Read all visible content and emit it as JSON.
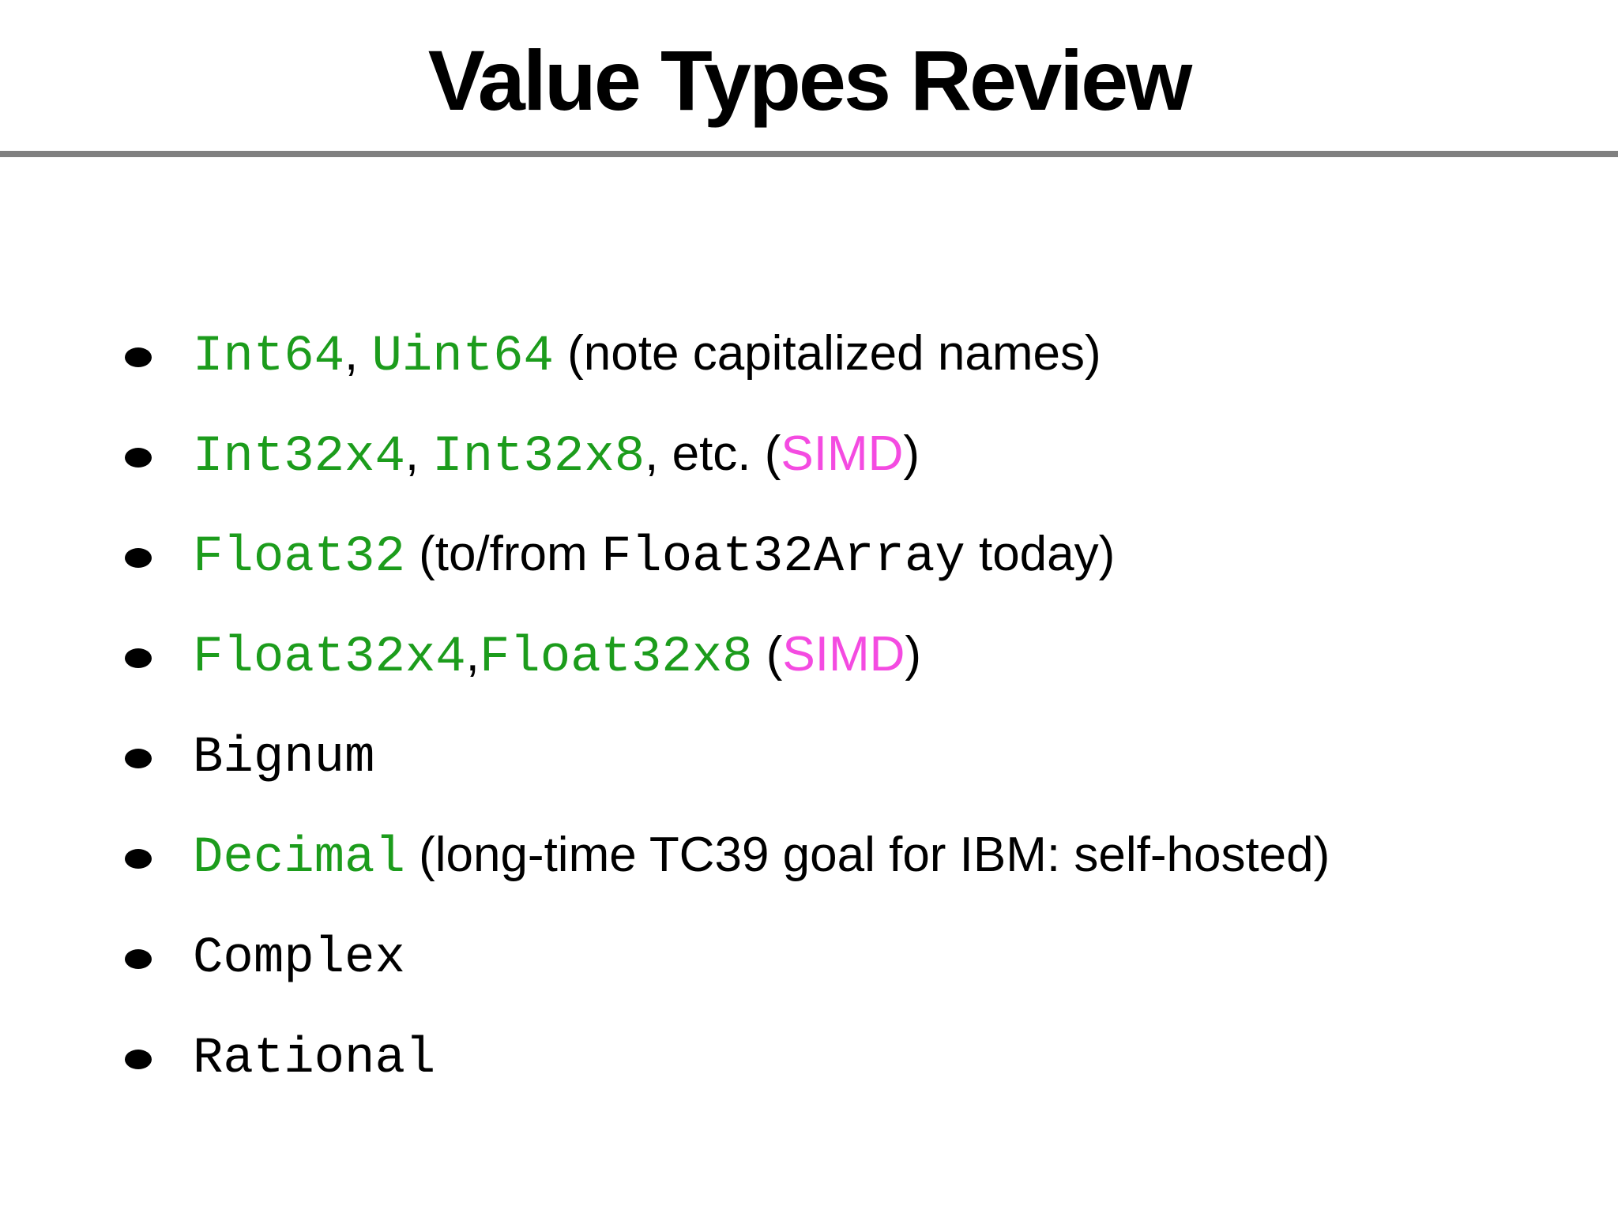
{
  "slide": {
    "title": "Value Types Review",
    "bullets": [
      {
        "segments": [
          {
            "text": "Int64",
            "style": "code-green"
          },
          {
            "text": ", ",
            "style": "sans"
          },
          {
            "text": "Uint64",
            "style": "code-green"
          },
          {
            "text": " (note capitalized names)",
            "style": "sans"
          }
        ]
      },
      {
        "segments": [
          {
            "text": "Int32x4",
            "style": "code-green"
          },
          {
            "text": ", ",
            "style": "sans"
          },
          {
            "text": "Int32x8",
            "style": "code-green"
          },
          {
            "text": ", etc. (",
            "style": "sans"
          },
          {
            "text": "SIMD",
            "style": "simd"
          },
          {
            "text": ")",
            "style": "sans"
          }
        ]
      },
      {
        "segments": [
          {
            "text": "Float32",
            "style": "code-green"
          },
          {
            "text": " (to/from ",
            "style": "sans"
          },
          {
            "text": "Float32Array",
            "style": "code-black"
          },
          {
            "text": " today)",
            "style": "sans"
          }
        ]
      },
      {
        "segments": [
          {
            "text": "Float32x4",
            "style": "code-green"
          },
          {
            "text": ",",
            "style": "sans"
          },
          {
            "text": "Float32x8",
            "style": "code-green"
          },
          {
            "text": " (",
            "style": "sans"
          },
          {
            "text": "SIMD",
            "style": "simd"
          },
          {
            "text": ")",
            "style": "sans"
          }
        ]
      },
      {
        "segments": [
          {
            "text": "Bignum",
            "style": "code-black"
          }
        ]
      },
      {
        "segments": [
          {
            "text": "Decimal",
            "style": "code-green"
          },
          {
            "text": " (long-time TC39 goal for IBM: self-hosted)",
            "style": "sans"
          }
        ]
      },
      {
        "segments": [
          {
            "text": "Complex",
            "style": "code-black"
          }
        ]
      },
      {
        "segments": [
          {
            "text": "Rational",
            "style": "code-black"
          }
        ]
      }
    ]
  },
  "colors": {
    "code_green": "#1C9C1C",
    "simd_magenta": "#F44BE1",
    "text_black": "#000000",
    "divider_gray": "#808080",
    "background": "#FFFFFF"
  }
}
